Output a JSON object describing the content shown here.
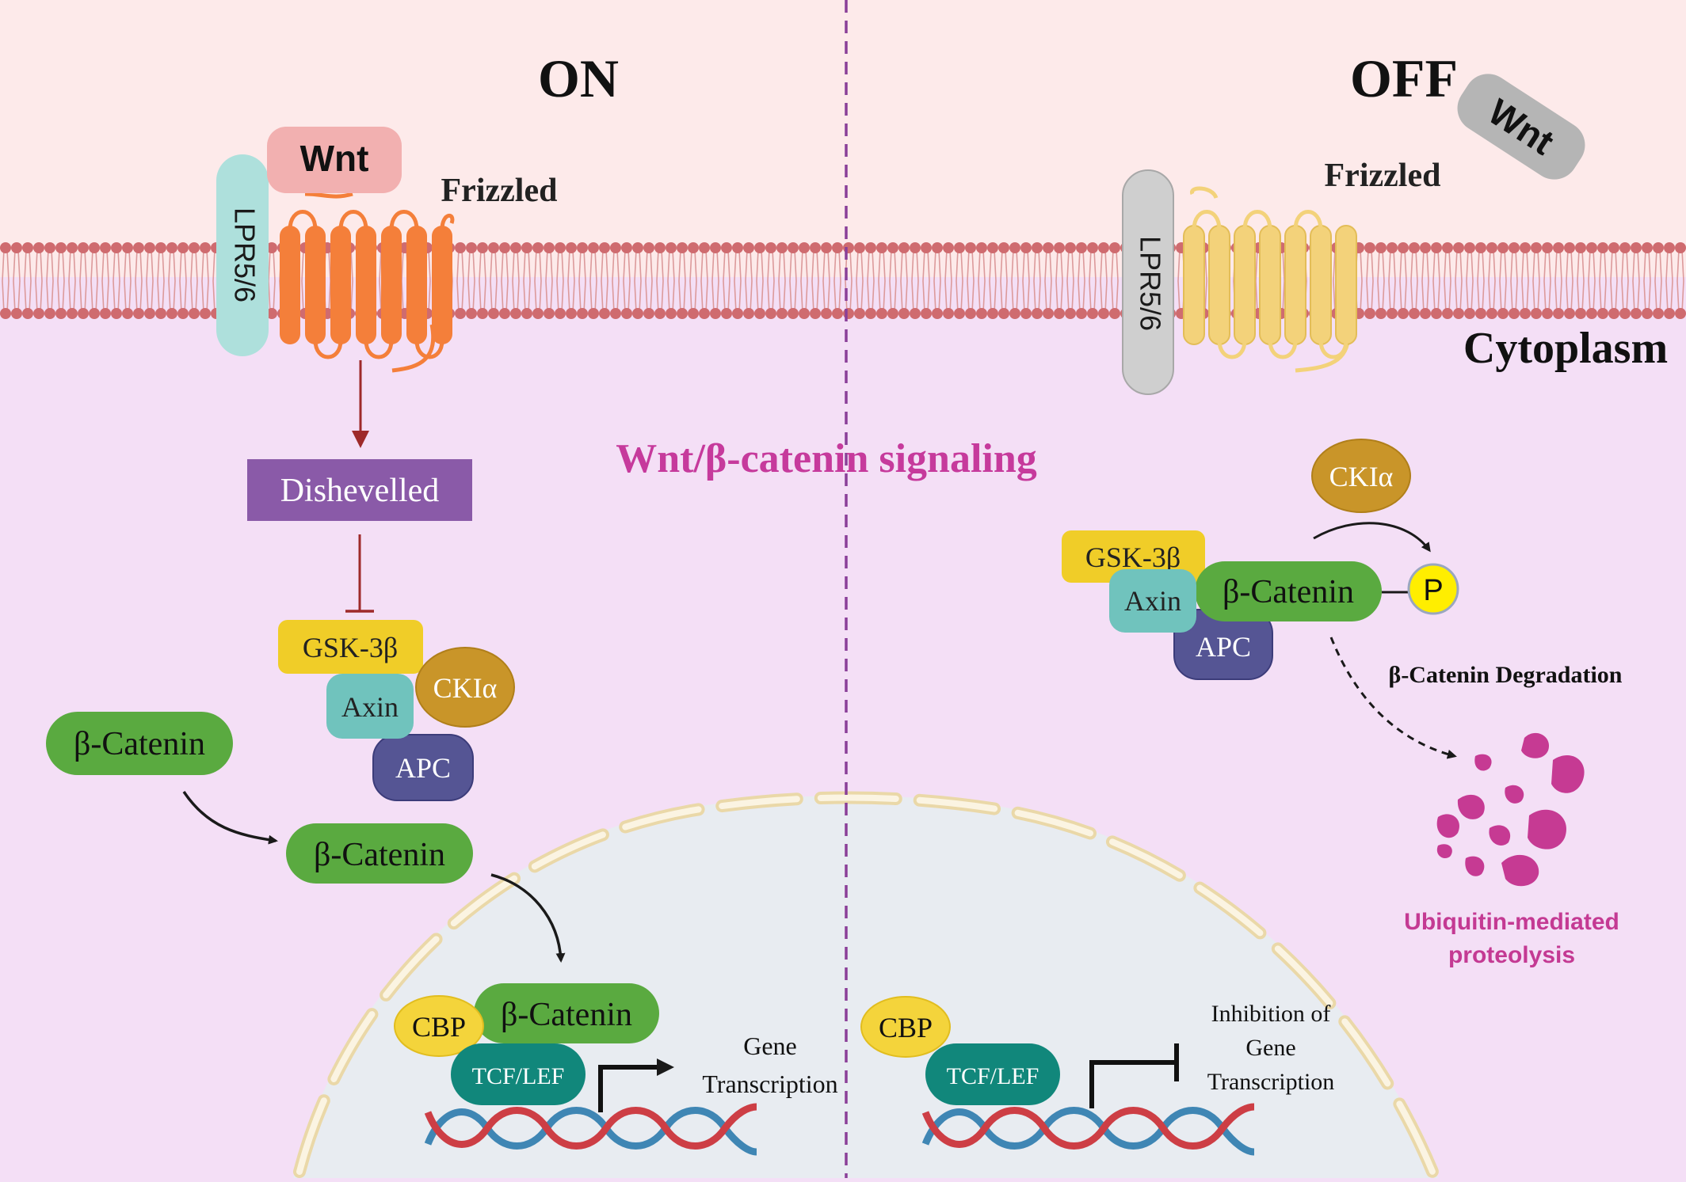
{
  "on_panel": {
    "title": "ON",
    "wnt": "Wnt",
    "lpr": "LPR5/6",
    "frizzled": "Frizzled",
    "dishevelled": "Dishevelled",
    "gsk": "GSK-3β",
    "axin": "Axin",
    "cki": "CKIα",
    "apc": "APC",
    "catenin_free": "β-Catenin",
    "catenin_stable": "β-Catenin",
    "catenin_nuclear": "β-Catenin",
    "cbp": "CBP",
    "tcf": "TCF/LEF",
    "gene_line1": "Gene",
    "gene_line2": "Transcription"
  },
  "off_panel": {
    "title": "OFF",
    "wnt": "Wnt",
    "lpr": "LPR5/6",
    "frizzled": "Frizzled",
    "cytoplasm": "Cytoplasm",
    "cki": "CKIα",
    "gsk": "GSK-3β",
    "axin": "Axin",
    "catenin": "β-Catenin",
    "phospho": "P",
    "apc": "APC",
    "degradation": "β-Catenin Degradation",
    "proteolysis_line1": "Ubiquitin-mediated",
    "proteolysis_line2": "proteolysis",
    "cbp": "CBP",
    "tcf": "TCF/LEF",
    "inhibit_line1": "Inhibition of",
    "inhibit_line2": "Gene",
    "inhibit_line3": "Transcription"
  },
  "center_title": "Wnt/β-catenin signaling",
  "colors": {
    "extracellular": "#fdeaea",
    "cytoplasm": "#f4dff6",
    "nucleus": "#e8ecf1",
    "lipid_head": "#cf6b6f",
    "frizzled_on": "#f47f3a",
    "frizzled_off": "#f3d27a",
    "lpr_on": "#aee0dc",
    "lpr_off": "#cfcfcf",
    "wnt_on": "#f2b0b0",
    "wnt_off": "#b5b5b5",
    "dishevelled": "#8a5aa8",
    "gsk": "#f0cd28",
    "axin": "#70c3bd",
    "cki": "#c99529",
    "apc": "#555594",
    "catenin": "#5aaa40",
    "cbp": "#f4d43b",
    "tcf": "#11877b",
    "title_magenta": "#c63a9c",
    "proteolysis": "#c43a93"
  }
}
